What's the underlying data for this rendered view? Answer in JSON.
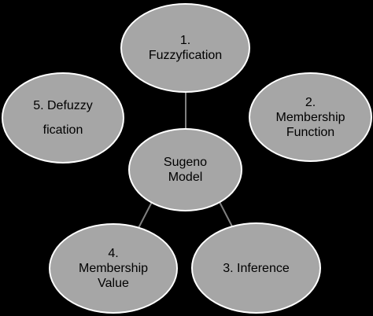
{
  "colors": {
    "background": "#000000",
    "node_fill": "#a6a6a6",
    "node_stroke": "#ffffff",
    "connector": "#7f7f7f",
    "text": "#000000"
  },
  "center": {
    "line1": "Sugeno",
    "line2": "Model"
  },
  "steps": [
    {
      "line1": "1.",
      "line2": "Fuzzyfication"
    },
    {
      "line1": "2.",
      "line2": "Membership",
      "line3": "Function"
    },
    {
      "line1": "3. Inference"
    },
    {
      "line1": "4.",
      "line2": "Membership",
      "line3": "Value"
    },
    {
      "line1": "5. Defuzzy",
      "line2": "fication"
    }
  ]
}
